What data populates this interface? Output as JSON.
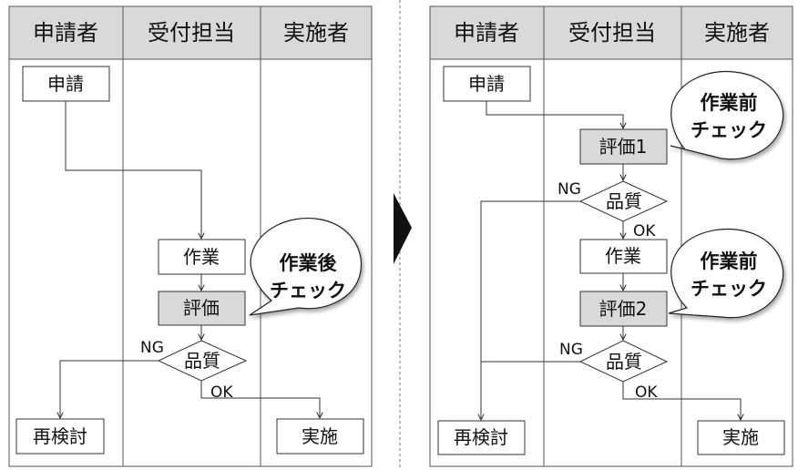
{
  "left": {
    "lanes": [
      "申請者",
      "受付担当",
      "実施者"
    ],
    "apply": "申請",
    "work": "作業",
    "evaluate": "評価",
    "quality": "品質",
    "ng": "NG",
    "ok": "OK",
    "reconsider": "再検討",
    "execute": "実施",
    "callout": [
      "作業後",
      "チェック"
    ]
  },
  "right": {
    "lanes": [
      "申請者",
      "受付担当",
      "実施者"
    ],
    "apply": "申請",
    "evaluate1": "評価1",
    "quality1": "品質",
    "ng1": "NG",
    "ok1": "OK",
    "work": "作業",
    "evaluate2": "評価2",
    "quality2": "品質",
    "ng2": "NG",
    "ok2": "OK",
    "reconsider": "再検討",
    "execute": "実施",
    "callout1": [
      "作業前",
      "チェック"
    ],
    "callout2": [
      "作業前",
      "チェック"
    ]
  },
  "colors": {
    "header_fill": "#d9d9d9",
    "shaded_box": "#d9d9d9",
    "arrow_fill": "#111111",
    "line": "#333333"
  }
}
